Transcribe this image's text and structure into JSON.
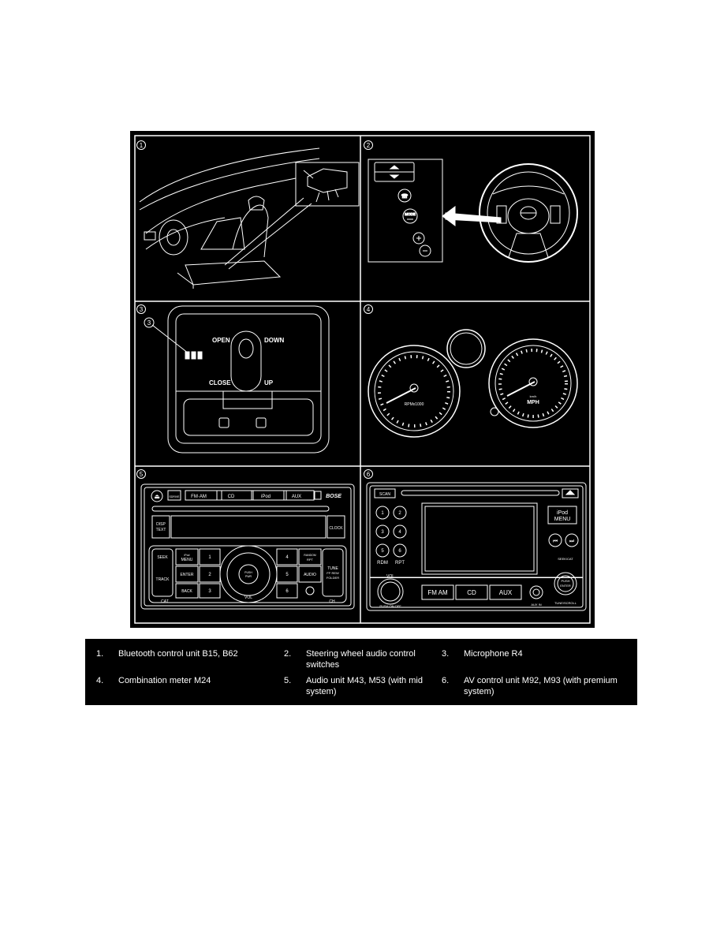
{
  "panels": [
    {
      "number": "1"
    },
    {
      "number": "2",
      "mode_label": "MODE"
    },
    {
      "number": "3",
      "callout": "3",
      "open": "OPEN",
      "down": "DOWN",
      "close": "CLOSE",
      "up": "UP"
    },
    {
      "number": "4",
      "tach_label": "RPMx1000",
      "speedo_label": "MPH",
      "speedo_small": "km/h"
    },
    {
      "number": "5",
      "sdrive": "SDRIVE",
      "fmam": "FM·AM",
      "cd": "CD",
      "ipod": "iPod",
      "aux": "AUX",
      "bose": "BOSE",
      "disp1": "DISP",
      "disp2": "TEXT",
      "clock": "CLOCK",
      "menu1": "iPod",
      "menu2": "MENU",
      "enter": "ENTER",
      "back": "BACK",
      "seek": "SEEK",
      "track": "TRACK",
      "random1": "RANDOM",
      "random2": "RPT",
      "audio": "AUDIO",
      "tune1": "TUNE",
      "tune2": "FF·REW",
      "tune3": "FOLDER",
      "push1": "PUSH",
      "push2": "PWR",
      "vol": "VOL",
      "cat": "CAT",
      "ch": "CH",
      "p1": "1",
      "p2": "2",
      "p3": "3",
      "p4": "4",
      "p5": "5",
      "p6": "6"
    },
    {
      "number": "6",
      "scan": "SCAN",
      "ipod1": "iPod",
      "ipod2": "MENU",
      "rdm": "RDM",
      "rpt": "RPT",
      "vol": "VOL",
      "pushon": "PUSH ON OFF",
      "fmam": "FM AM",
      "cd": "CD",
      "aux": "AUX",
      "auxin": "AUX IN",
      "seekcat": "SEEK/CAT",
      "push1": "PUSH",
      "push2": "ENTER",
      "tune": "TUNE/SCROLL",
      "b1": "1",
      "b2": "2",
      "b3": "3",
      "b4": "4",
      "b5": "5",
      "b6": "6"
    }
  ],
  "legend": [
    {
      "num": "1.",
      "text": "Bluetooth control unit B15, B62"
    },
    {
      "num": "2.",
      "text": "Steering wheel audio control switches"
    },
    {
      "num": "3.",
      "text": "Microphone R4"
    },
    {
      "num": "4.",
      "text": "Combination meter M24"
    },
    {
      "num": "5.",
      "text": "Audio unit M43, M53 (with mid system)"
    },
    {
      "num": "6.",
      "text": "AV control unit M92, M93 (with premium system)"
    }
  ]
}
